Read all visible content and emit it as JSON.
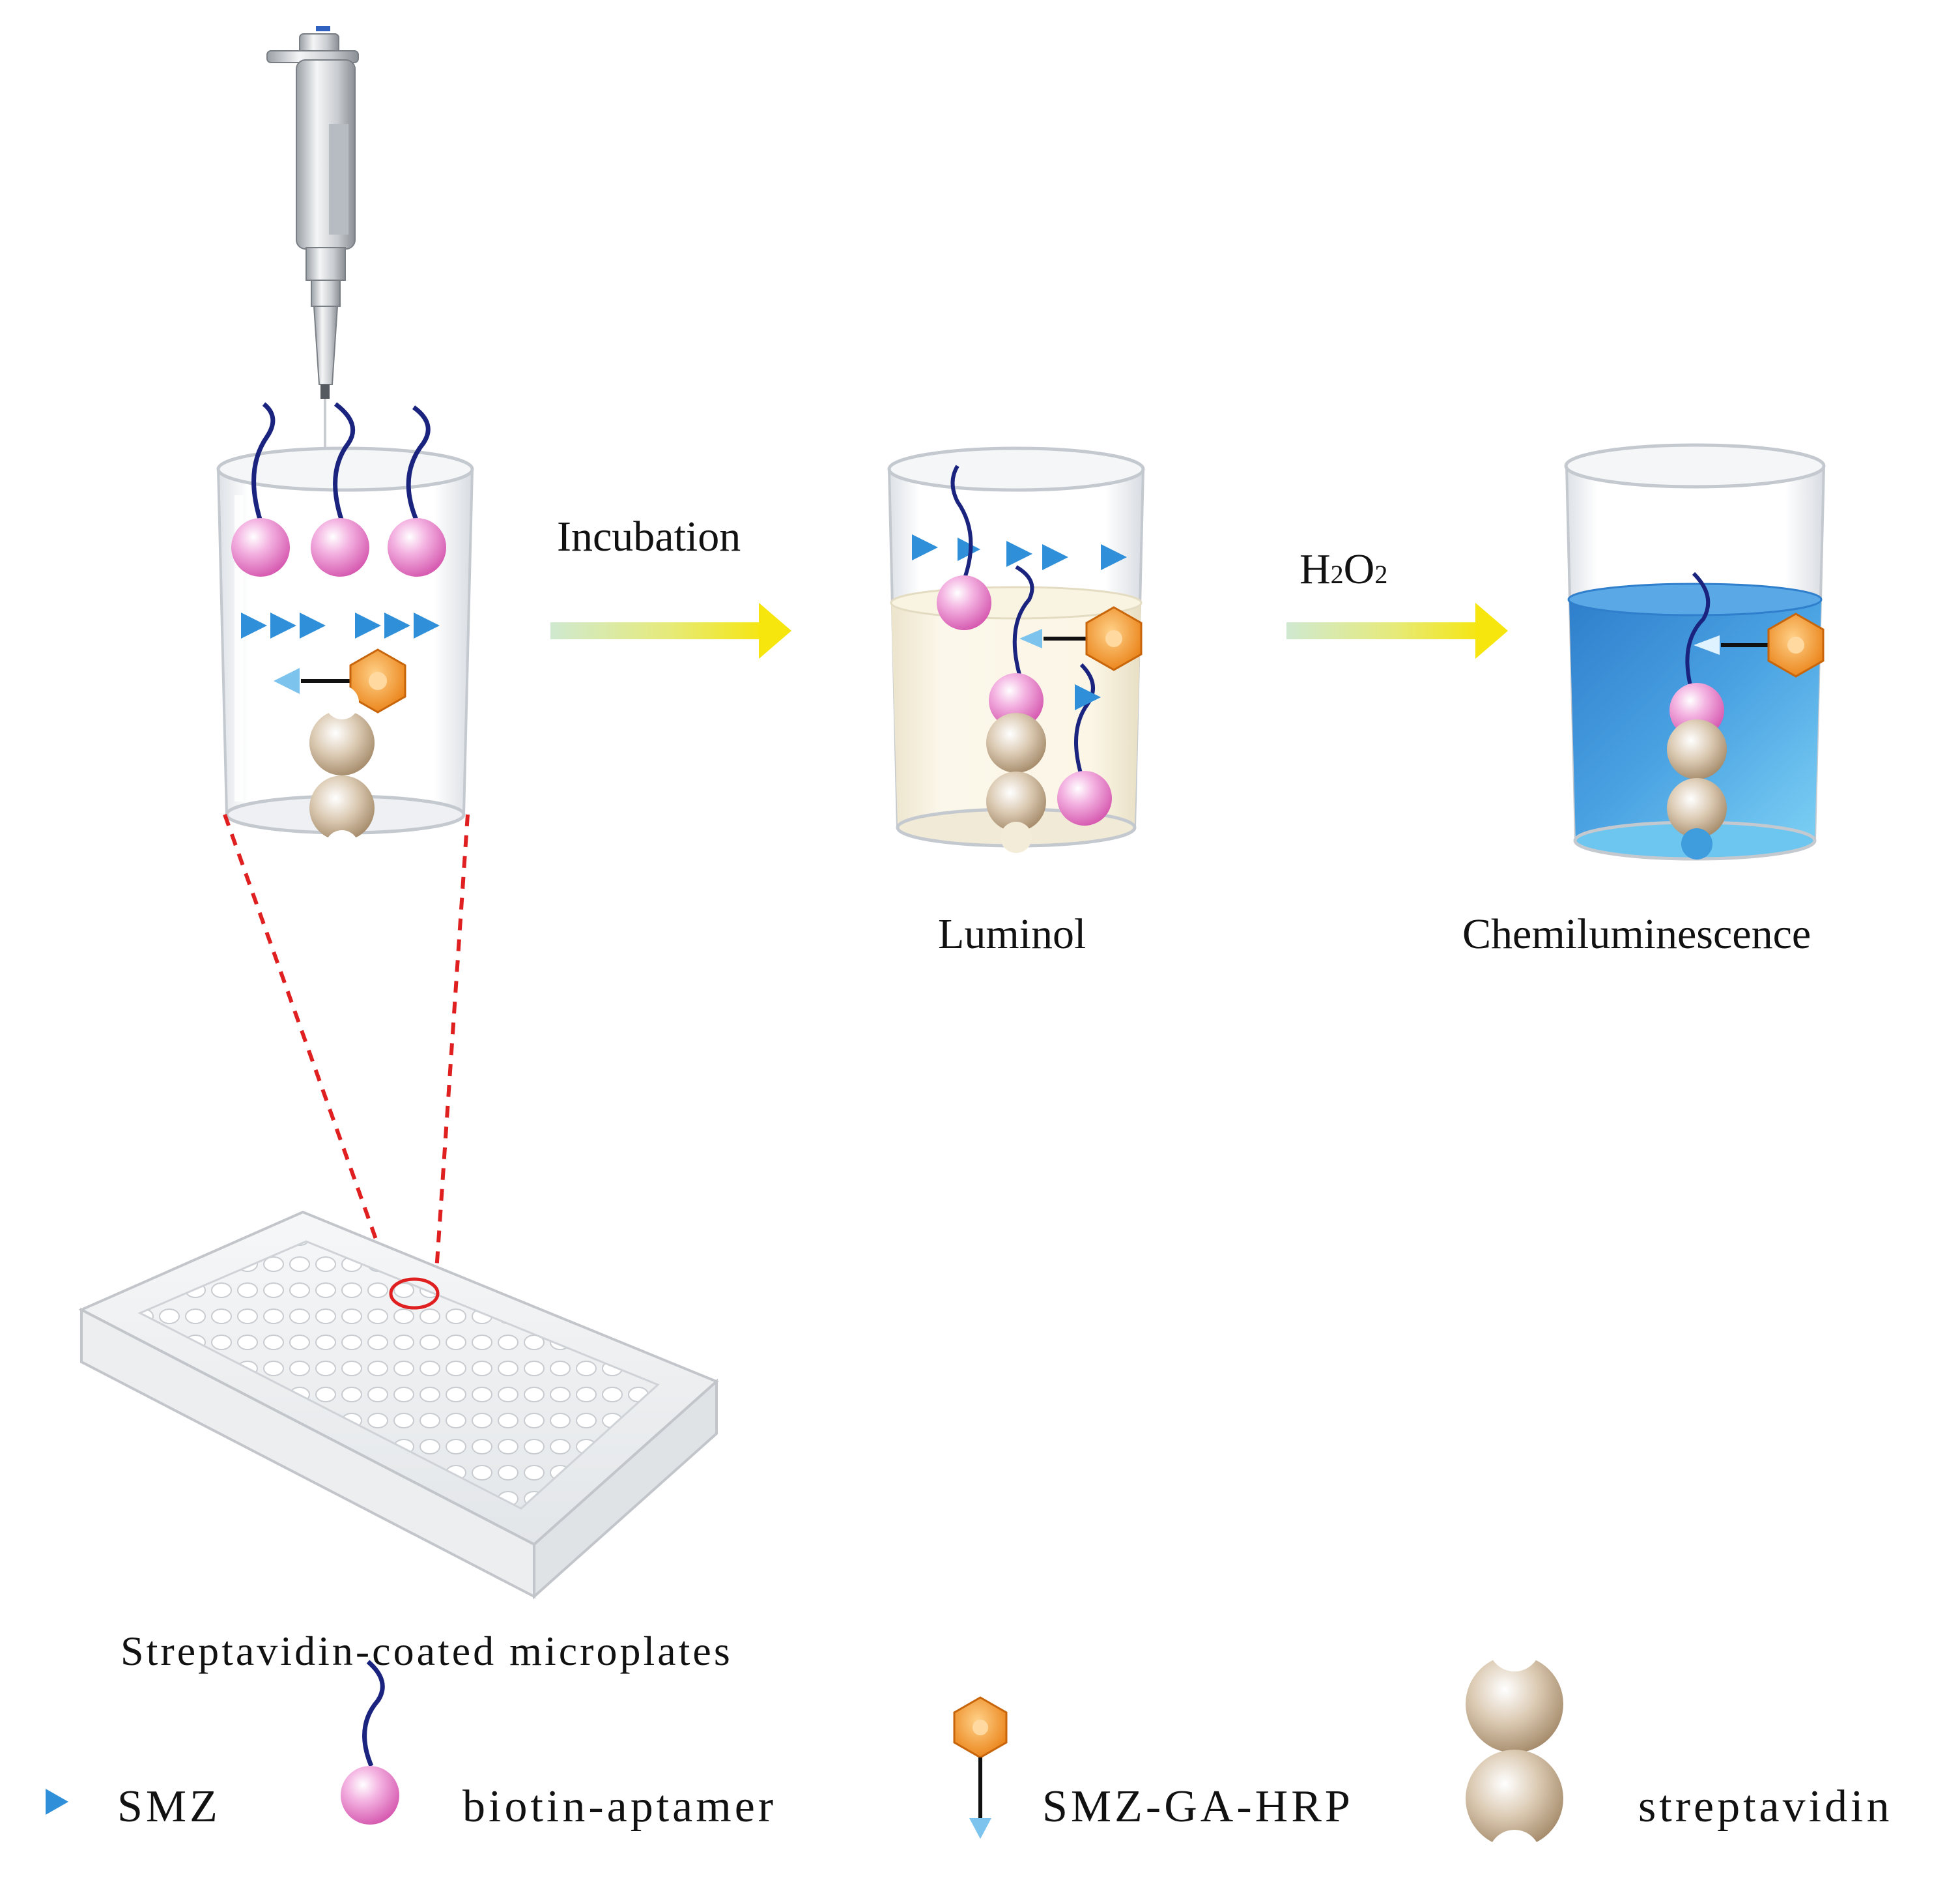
{
  "labels": {
    "incubation": "Incubation",
    "h2o2_h": "H",
    "h2o2_2a": "2",
    "h2o2_o": "O",
    "h2o2_2b": "2",
    "luminol": "Luminol",
    "chemiluminescence": "Chemiluminescence",
    "microplates": "Streptavidin-coated microplates"
  },
  "legend": {
    "smz": "SMZ",
    "biotin_aptamer": "biotin-aptamer",
    "smz_ga_hrp": "SMZ-GA-HRP",
    "streptavidin": "streptavidin"
  },
  "colors": {
    "smz": "#2f8fd8",
    "biotin_bead": "#e680c8",
    "aptamer_strand": "#1a237e",
    "hrp": "#f08a1a",
    "streptavidin": "#b89b78",
    "arrow": "#f2e21e",
    "luminol_liquid": "#f7f0dc",
    "chemi_liquid": "#3b8fd6",
    "callout": "#e02020"
  },
  "icons": {
    "pipette": "pipette-icon",
    "arrow": "arrow-right-icon"
  }
}
